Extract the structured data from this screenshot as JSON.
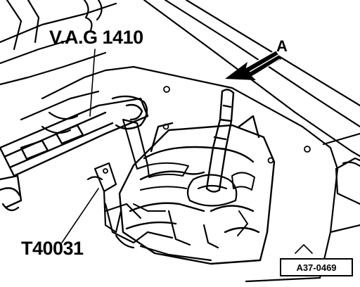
{
  "figure": {
    "labels": {
      "tool_vag": "V.A.G 1410",
      "tool_t40031": "T40031",
      "view_arrow": "A"
    },
    "reference_code": "A37-0469",
    "colors": {
      "ink": "#000000",
      "paper": "#ffffff"
    },
    "icons": [
      "gear-shift-lever-icon",
      "view-direction-arrow-icon",
      "press-tool-icon"
    ]
  }
}
